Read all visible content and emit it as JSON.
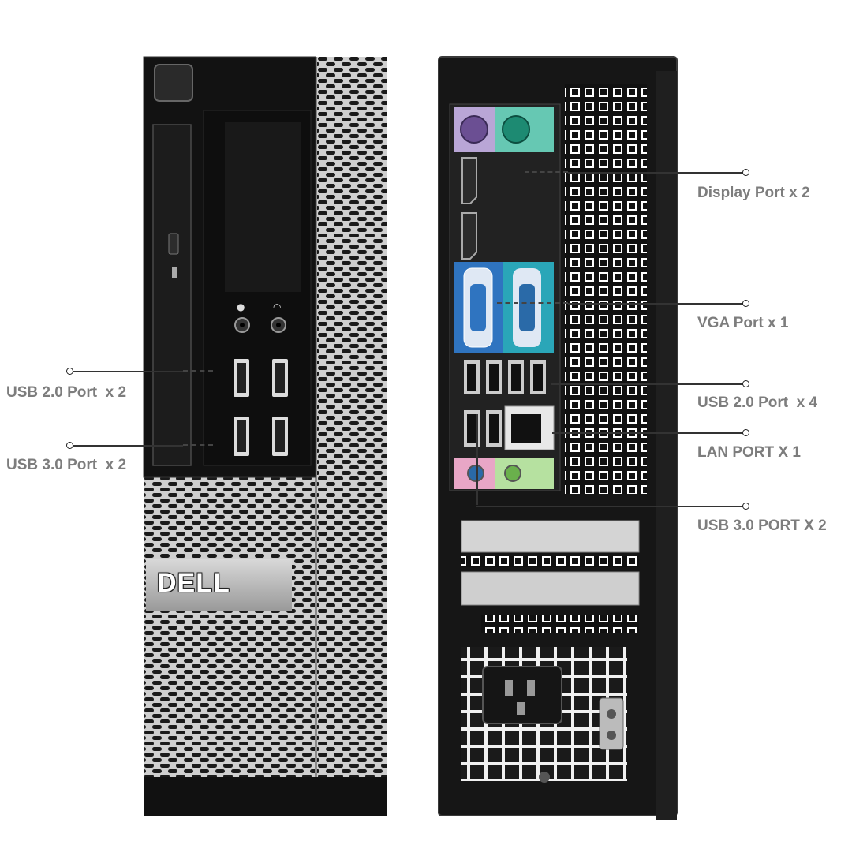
{
  "image": {
    "subject": "Dell desktop tower, front and rear views with port callouts",
    "front_brand": "DELL"
  },
  "callouts_left": [
    {
      "label": "USB 2.0 Port  x 2"
    },
    {
      "label": "USB 3.0 Port  x 2"
    }
  ],
  "callouts_right": [
    {
      "label": "Display Port x 2"
    },
    {
      "label": "VGA Port x 1"
    },
    {
      "label": "USB 2.0 Port  x 4"
    },
    {
      "label": "LAN PORT X 1"
    },
    {
      "label": "USB 3.0 PORT X 2"
    }
  ],
  "colors": {
    "label_text": "#7d7d7d",
    "chassis_black": "#111111",
    "mesh_silver": "#c9c9c9",
    "ps2_purple": "#b9a6d6",
    "ps2_green": "#66c8b3",
    "vga_blue": "#2f74c0",
    "audio_pink": "#e8a6c6",
    "audio_green": "#b6e1a0"
  }
}
